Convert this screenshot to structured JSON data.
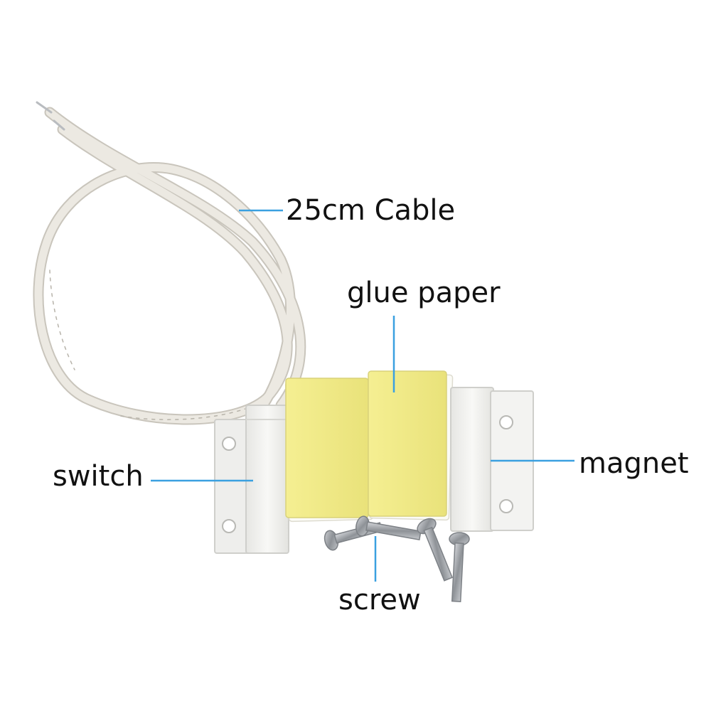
{
  "labels": {
    "cable": "25cm Cable",
    "glue_paper": "glue paper",
    "magnet": "magnet",
    "switch": "switch",
    "screw": "screw"
  },
  "colors": {
    "leader_line": "#3aa0e0",
    "cable": "#ece9e2",
    "cable_shadow": "#c9c5bc",
    "housing": "#f1f1ef",
    "housing_edge": "#cfcfcb",
    "glue_paper": "#f2ec88",
    "glue_backing": "#fbfbf6",
    "screw_metal": "#a8abb0"
  },
  "icons": {
    "cable": "wire-loop-icon",
    "switch": "reed-switch-icon",
    "magnet": "magnet-block-icon",
    "glue_paper": "adhesive-pad-icon",
    "screw": "screw-icon"
  }
}
